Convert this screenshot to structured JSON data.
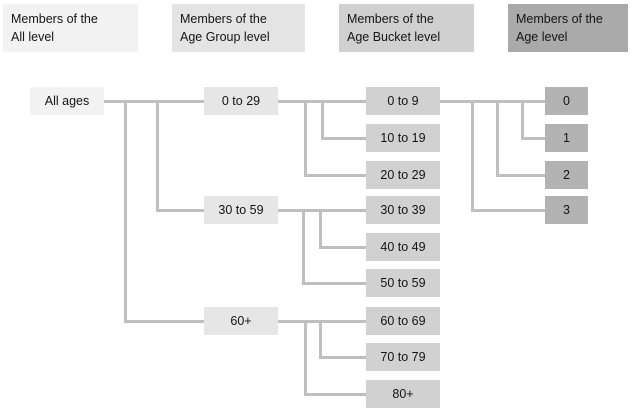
{
  "diagram": {
    "columns": [
      {
        "header": "Members of the\nAll level",
        "nodes": [
          "All ages"
        ]
      },
      {
        "header": "Members of the\nAge Group level",
        "nodes": [
          "0 to 29",
          "30 to 59",
          "60+"
        ]
      },
      {
        "header": "Members of the\nAge Bucket level",
        "nodes": [
          "0 to 9",
          "10 to 19",
          "20 to 29",
          "30 to 39",
          "40 to 49",
          "50 to 59",
          "60 to 69",
          "70 to 79",
          "80+"
        ]
      },
      {
        "header": "Members of the\nAge level",
        "nodes": [
          "0",
          "1",
          "2",
          "3"
        ]
      }
    ],
    "edges": [
      {
        "from": "All ages",
        "to": [
          "0 to 29",
          "30 to 59",
          "60+"
        ]
      },
      {
        "from": "0 to 29",
        "to": [
          "0 to 9",
          "10 to 19",
          "20 to 29"
        ]
      },
      {
        "from": "30 to 59",
        "to": [
          "30 to 39",
          "40 to 49",
          "50 to 59"
        ]
      },
      {
        "from": "60+",
        "to": [
          "60 to 69",
          "70 to 79",
          "80+"
        ]
      },
      {
        "from": "0 to 9",
        "to": [
          "0",
          "1",
          "2",
          "3"
        ]
      }
    ],
    "colors": {
      "level1_bg": "#f2f2f2",
      "level2_bg": "#e6e6e6",
      "level3_bg": "#d1d1d1",
      "level4_bg": "#b3b3b3",
      "header4_bg": "#aaaaaa",
      "connector": "#bfbfbf",
      "text": "#141414",
      "background": "#ffffff"
    }
  }
}
